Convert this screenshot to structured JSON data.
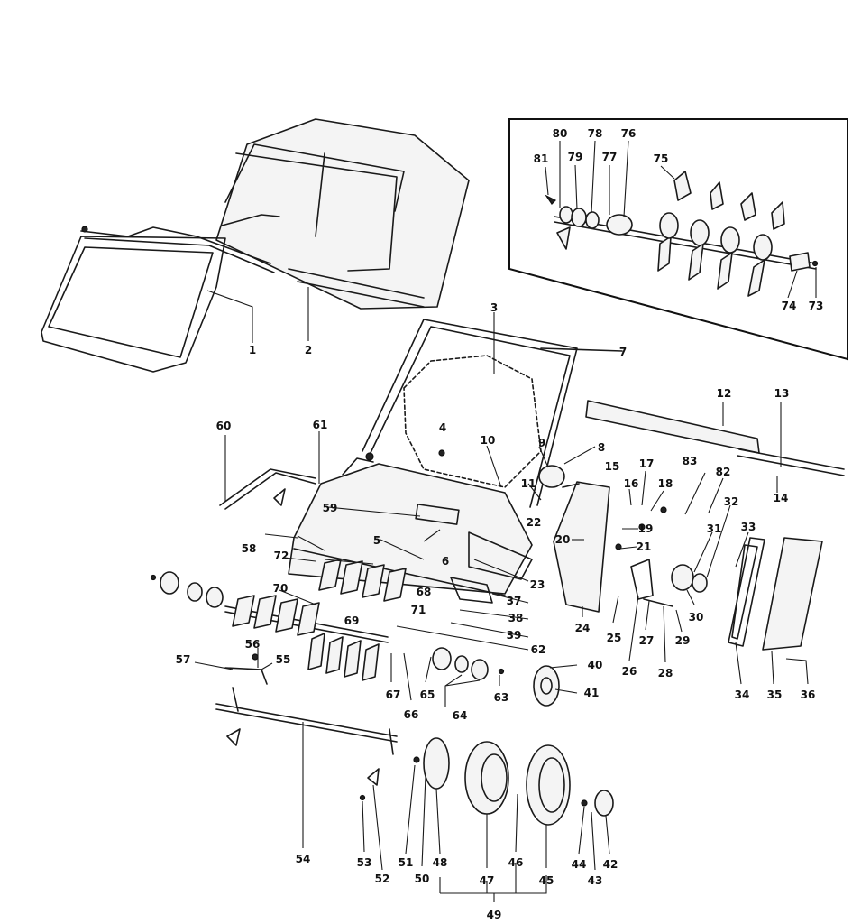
{
  "diagram": {
    "callouts": [
      {
        "id": "c1",
        "label": "1"
      },
      {
        "id": "c2",
        "label": "2"
      },
      {
        "id": "c3",
        "label": "3"
      },
      {
        "id": "c4",
        "label": "4"
      },
      {
        "id": "c5",
        "label": "5"
      },
      {
        "id": "c6",
        "label": "6"
      },
      {
        "id": "c7",
        "label": "7"
      },
      {
        "id": "c8",
        "label": "8"
      },
      {
        "id": "c9",
        "label": "9"
      },
      {
        "id": "c10",
        "label": "10"
      },
      {
        "id": "c11",
        "label": "11"
      },
      {
        "id": "c12",
        "label": "12"
      },
      {
        "id": "c13",
        "label": "13"
      },
      {
        "id": "c14",
        "label": "14"
      },
      {
        "id": "c15",
        "label": "15"
      },
      {
        "id": "c16",
        "label": "16"
      },
      {
        "id": "c17",
        "label": "17"
      },
      {
        "id": "c18",
        "label": "18"
      },
      {
        "id": "c19",
        "label": "19"
      },
      {
        "id": "c20",
        "label": "20"
      },
      {
        "id": "c21",
        "label": "21"
      },
      {
        "id": "c22",
        "label": "22"
      },
      {
        "id": "c23",
        "label": "23"
      },
      {
        "id": "c24",
        "label": "24"
      },
      {
        "id": "c25",
        "label": "25"
      },
      {
        "id": "c26",
        "label": "26"
      },
      {
        "id": "c27",
        "label": "27"
      },
      {
        "id": "c28",
        "label": "28"
      },
      {
        "id": "c29",
        "label": "29"
      },
      {
        "id": "c30",
        "label": "30"
      },
      {
        "id": "c31",
        "label": "31"
      },
      {
        "id": "c32",
        "label": "32"
      },
      {
        "id": "c33",
        "label": "33"
      },
      {
        "id": "c34",
        "label": "34"
      },
      {
        "id": "c35",
        "label": "35"
      },
      {
        "id": "c36",
        "label": "36"
      },
      {
        "id": "c37",
        "label": "37"
      },
      {
        "id": "c38",
        "label": "38"
      },
      {
        "id": "c39",
        "label": "39"
      },
      {
        "id": "c40",
        "label": "40"
      },
      {
        "id": "c41",
        "label": "41"
      },
      {
        "id": "c42",
        "label": "42"
      },
      {
        "id": "c43",
        "label": "43"
      },
      {
        "id": "c44",
        "label": "44"
      },
      {
        "id": "c45",
        "label": "45"
      },
      {
        "id": "c46",
        "label": "46"
      },
      {
        "id": "c47",
        "label": "47"
      },
      {
        "id": "c48",
        "label": "48"
      },
      {
        "id": "c49",
        "label": "49"
      },
      {
        "id": "c50",
        "label": "50"
      },
      {
        "id": "c51",
        "label": "51"
      },
      {
        "id": "c52",
        "label": "52"
      },
      {
        "id": "c53",
        "label": "53"
      },
      {
        "id": "c54",
        "label": "54"
      },
      {
        "id": "c55",
        "label": "55"
      },
      {
        "id": "c56",
        "label": "56"
      },
      {
        "id": "c57",
        "label": "57"
      },
      {
        "id": "c58",
        "label": "58"
      },
      {
        "id": "c59",
        "label": "59"
      },
      {
        "id": "c60",
        "label": "60"
      },
      {
        "id": "c61",
        "label": "61"
      },
      {
        "id": "c62",
        "label": "62"
      },
      {
        "id": "c63",
        "label": "63"
      },
      {
        "id": "c64",
        "label": "64"
      },
      {
        "id": "c65",
        "label": "65"
      },
      {
        "id": "c66",
        "label": "66"
      },
      {
        "id": "c67",
        "label": "67"
      },
      {
        "id": "c68",
        "label": "68"
      },
      {
        "id": "c69",
        "label": "69"
      },
      {
        "id": "c70",
        "label": "70"
      },
      {
        "id": "c71",
        "label": "71"
      },
      {
        "id": "c72",
        "label": "72"
      },
      {
        "id": "c73",
        "label": "73"
      },
      {
        "id": "c74",
        "label": "74"
      },
      {
        "id": "c75",
        "label": "75"
      },
      {
        "id": "c76",
        "label": "76"
      },
      {
        "id": "c77",
        "label": "77"
      },
      {
        "id": "c78",
        "label": "78"
      },
      {
        "id": "c79",
        "label": "79"
      },
      {
        "id": "c80",
        "label": "80"
      },
      {
        "id": "c81",
        "label": "81"
      },
      {
        "id": "c82",
        "label": "82"
      },
      {
        "id": "c83",
        "label": "83"
      }
    ]
  }
}
